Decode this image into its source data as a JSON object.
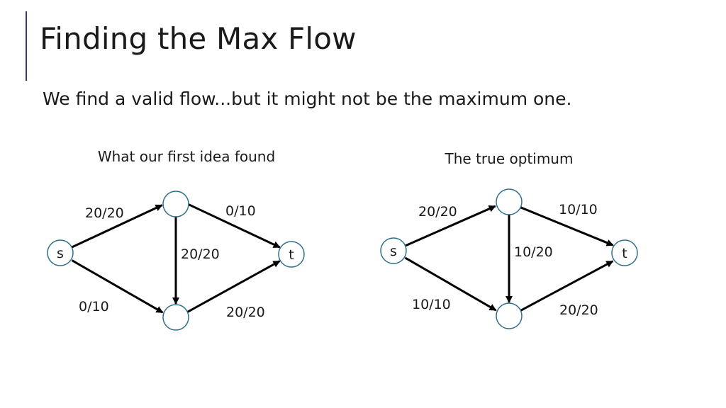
{
  "slide": {
    "title": "Finding the Max Flow",
    "subtitle": "We find a valid flow...but it might not be the maximum one."
  },
  "colors": {
    "accent": "#3b3b6b",
    "node_stroke": "#2e6f8a",
    "edge": "#000000"
  },
  "left_graph": {
    "caption": "What our first idea found",
    "nodes": {
      "source": "s",
      "sink": "t",
      "top": "",
      "bottom": ""
    },
    "edges": {
      "s_top": "20/20",
      "s_bottom": "0/10",
      "top_t": "0/10",
      "top_bottom": "20/20",
      "bottom_t": "20/20"
    }
  },
  "right_graph": {
    "caption": "The true optimum",
    "nodes": {
      "source": "s",
      "sink": "t",
      "top": "",
      "bottom": ""
    },
    "edges": {
      "s_top": "20/20",
      "s_bottom": "10/10",
      "top_t": "10/10",
      "top_bottom": "10/20",
      "bottom_t": "20/20"
    }
  }
}
